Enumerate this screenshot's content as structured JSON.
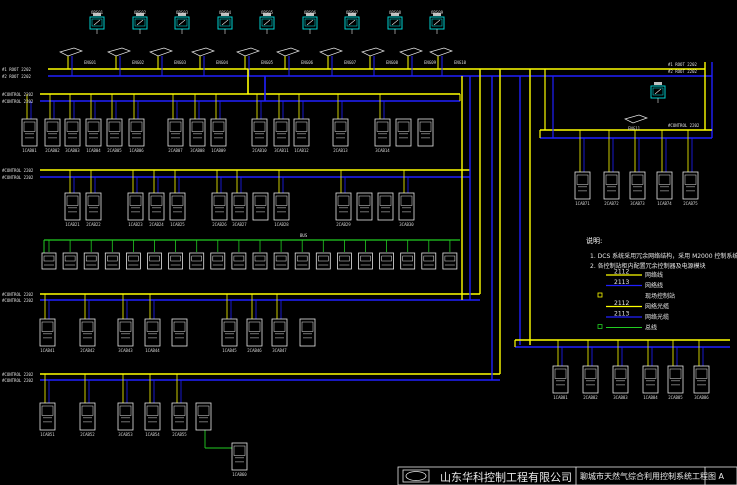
{
  "colors": {
    "yellow": "#ffff00",
    "blue": "#2020ff",
    "green": "#22cc22",
    "white": "#e6e6e6",
    "cyan": "#00d0d0"
  },
  "operator_stations": [
    "OPS01",
    "OPS02",
    "OPS03",
    "OPS04",
    "OPS05",
    "OPS06",
    "OPS07",
    "OPS08",
    "OPS09"
  ],
  "eng_labels": [
    "ENG01",
    "ENG02",
    "ENG03",
    "ENG04",
    "ENG05",
    "ENG06",
    "ENG07",
    "ENG08",
    "ENG09",
    "ENG10"
  ],
  "right_station_label": "ENG11",
  "net_labels": {
    "top_a": "#1 ROOT 2202",
    "top_b": "#2 ROOT 2202",
    "ctrl_a": "#CONTROL 2202",
    "ctrl_b": "#CONTROL 2202",
    "mid_a": "#CONTROL 2202",
    "mid_b": "#CONTROL 2202",
    "low1_a": "#CONTROL 2202",
    "low1_b": "#CONTROL 2202",
    "low2_a": "#CONTROL 2202",
    "low2_b": "#CONTROL 2202",
    "right_a": "#1 ROOT 2202",
    "right_b": "#2 ROOT 2202",
    "right_bus": "#CONTROL 2202",
    "io_bus": "BUS"
  },
  "row1_cabinets": [
    "1CAB01",
    "2CAB02",
    "3CAB03",
    "1CAB04",
    "2CAB05",
    "1CAB06",
    "2CAB07",
    "3CAB08",
    "1CAB09",
    "2CAB10",
    "3CAB11",
    "1CAB12",
    "2CAB13",
    "3CAB14"
  ],
  "row2_cabinets": [
    "1CAB21",
    "2CAB22",
    "1CAB23",
    "2CAB24",
    "1CAB25",
    "2CAB26",
    "3CAB27",
    "1CAB28",
    "2CAB29",
    "3CAB30"
  ],
  "row4_cabinets": [
    "1CAB41",
    "2CAB42",
    "3CAB43",
    "1CAB44",
    "1CAB45",
    "2CAB46",
    "3CAB47"
  ],
  "row5_cabinets": [
    "1CAB51",
    "2CAB52",
    "3CAB53",
    "1CAB54",
    "2CAB55"
  ],
  "bottom_cabinet": "1CAB60",
  "right_row1_cabinets": [
    "1CAB71",
    "2CAB72",
    "3CAB73",
    "1CAB74",
    "2CAB75"
  ],
  "right_row2_cabinets": [
    "1CAB81",
    "2CAB82",
    "3CAB83",
    "1CAB84",
    "2CAB85",
    "3CAB86"
  ],
  "legend": {
    "title": "说明:",
    "note1": "1. DCS 系统采用冗余网络结构，采用 M2000 控制系统",
    "note2": "2. 各控制站柜内配置冗余控制器及电源模块",
    "items": [
      {
        "code": "2112",
        "text": "网络线",
        "color": "#ffff00"
      },
      {
        "code": "2113",
        "text": "网络线",
        "color": "#2020ff"
      },
      {
        "code": "",
        "text": "现场控制站",
        "color": "#ffff00"
      },
      {
        "code": "2112",
        "text": "网络光缆",
        "color": "#ffff00"
      },
      {
        "code": "2113",
        "text": "网络光缆",
        "color": "#2020ff"
      },
      {
        "code": "",
        "text": "总线",
        "color": "#22cc22"
      }
    ]
  },
  "title_block": {
    "company": "山东华科控制工程有限公司",
    "project": "聊城市天然气综合利用控制系统工程",
    "sheet": "图 A"
  }
}
